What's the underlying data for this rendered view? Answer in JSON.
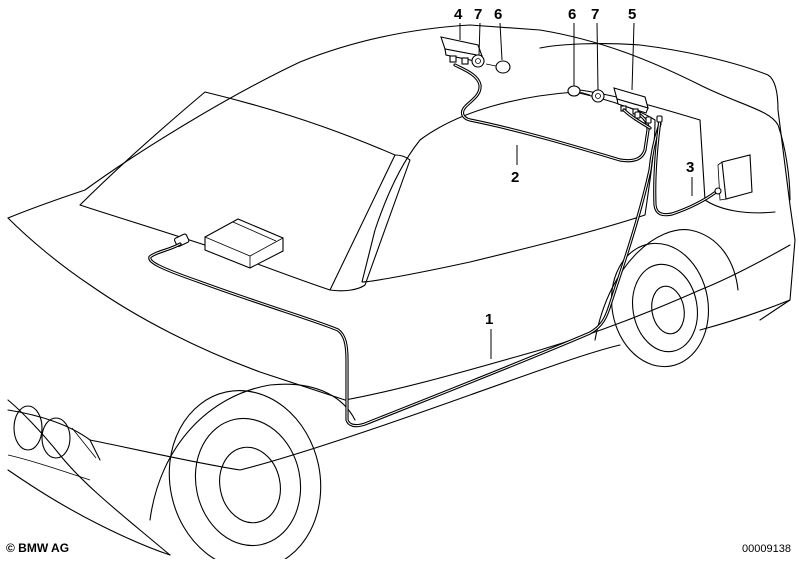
{
  "diagram": {
    "callouts": [
      {
        "id": "c1",
        "label": "1"
      },
      {
        "id": "c2",
        "label": "2"
      },
      {
        "id": "c3",
        "label": "3"
      },
      {
        "id": "c4",
        "label": "4"
      },
      {
        "id": "c5",
        "label": "5"
      },
      {
        "id": "c6a",
        "label": "6"
      },
      {
        "id": "c6b",
        "label": "6"
      },
      {
        "id": "c7a",
        "label": "7"
      },
      {
        "id": "c7b",
        "label": "7"
      }
    ],
    "copyright": "© BMW AG",
    "document_number": "00009138"
  }
}
